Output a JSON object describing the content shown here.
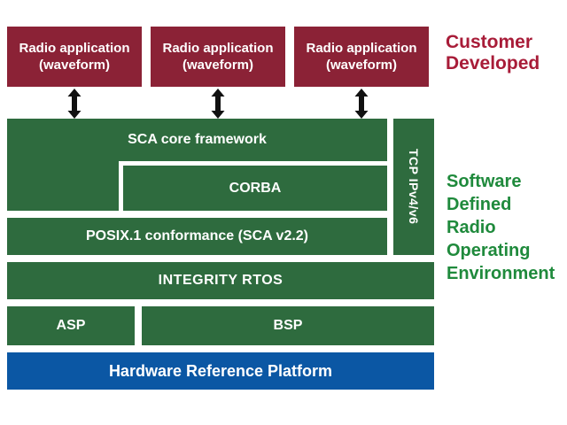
{
  "colors": {
    "background": "#ffffff",
    "maroon": "#8b2236",
    "green": "#2e6b3e",
    "blue": "#0b57a4",
    "customer_red": "#a81c38",
    "sdr_green": "#1f8a3c",
    "arrow_black": "#111111",
    "box_text": "#ffffff"
  },
  "applications": [
    {
      "label": "Radio application\n(waveform)"
    },
    {
      "label": "Radio application\n(waveform)"
    },
    {
      "label": "Radio application\n(waveform)"
    }
  ],
  "annotations": {
    "customer_developed": "Customer\nDeveloped",
    "sdr_operating_environment": "Software\nDefined\nRadio\nOperating\nEnvironment"
  },
  "stack": {
    "sca_core_framework": "SCA core framework",
    "corba": "CORBA",
    "posix_conformance": "POSIX.1 conformance (SCA v2.2)",
    "tcp_ip": "TCP IPv4/v6",
    "integrity_rtos": "INTEGRITY RTOS",
    "asp": "ASP",
    "bsp": "BSP",
    "hardware_reference_platform": "Hardware Reference Platform"
  },
  "icons": {
    "connection_arrow": "double-headed-vertical-arrow"
  }
}
